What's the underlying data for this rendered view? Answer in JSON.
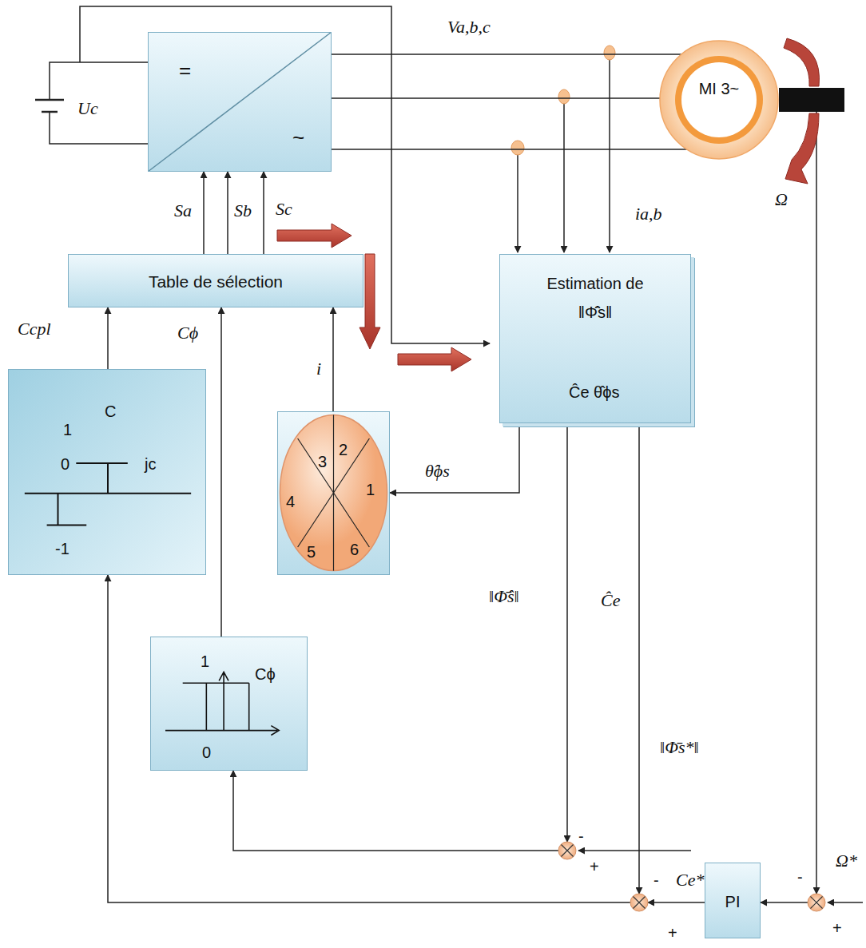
{
  "diagram": {
    "nodes": [
      {
        "text": [
          "=",
          "~"
        ]
      },
      {
        "text": [
          "MI 3~"
        ]
      },
      {
        "text": [
          "Table de sélection"
        ]
      },
      {
        "text": [
          "Estimation de ‖Φ̄̂s‖",
          "Ĉe θ̂ϕs"
        ]
      },
      {
        "text": [
          "C",
          "1",
          "0",
          "jc",
          "-1"
        ]
      },
      {
        "text": [
          "3",
          "2",
          "1",
          "4",
          "5",
          "6"
        ]
      },
      {
        "text": [
          "1",
          "Cϕ",
          "0"
        ]
      },
      {
        "text": [
          "-",
          "+"
        ]
      },
      {
        "text": [
          "-",
          "+"
        ]
      },
      {
        "text": [
          "PI"
        ]
      },
      {
        "text": [
          "-",
          "+"
        ]
      }
    ],
    "edges": [
      {
        "from": 2,
        "to": 0,
        "arrow": "to",
        "label": "Sa"
      },
      {
        "from": 2,
        "to": 0,
        "arrow": "to",
        "label": "Sb"
      },
      {
        "from": 2,
        "to": 0,
        "arrow": "to",
        "label": "Sc"
      },
      {
        "from": 0,
        "to": 1,
        "arrow": "none",
        "label": "Va,b,c"
      },
      {
        "from": 0,
        "to": 1,
        "arrow": "none"
      },
      {
        "from": 0,
        "to": 1,
        "arrow": "none"
      },
      {
        "from": 3,
        "to": 5,
        "arrow": "to",
        "label": "θ̂ϕs"
      },
      {
        "from": 5,
        "to": 2,
        "arrow": "to",
        "label": "i"
      },
      {
        "from": 3,
        "to": 7,
        "arrow": "to",
        "label": "‖Φ̄̂s‖"
      },
      {
        "from": 3,
        "to": 8,
        "arrow": "to",
        "label": "Ĉe"
      },
      {
        "from": 7,
        "to": 6,
        "arrow": "to"
      },
      {
        "from": 6,
        "to": 2,
        "arrow": "to",
        "label": "Cϕ"
      },
      {
        "from": 8,
        "to": 4,
        "arrow": "to"
      },
      {
        "from": 4,
        "to": 2,
        "arrow": "to",
        "label": "Ccpl"
      },
      {
        "from": 9,
        "to": 8,
        "arrow": "to",
        "label": "Ce*"
      },
      {
        "from": 10,
        "to": 9,
        "arrow": "to"
      },
      {
        "from": 1,
        "to": 10,
        "arrow": "to",
        "label": "Ω"
      }
    ],
    "labels": [
      "Uc",
      "ia,b",
      "‖Φ̄s*‖",
      "Ω*"
    ]
  }
}
